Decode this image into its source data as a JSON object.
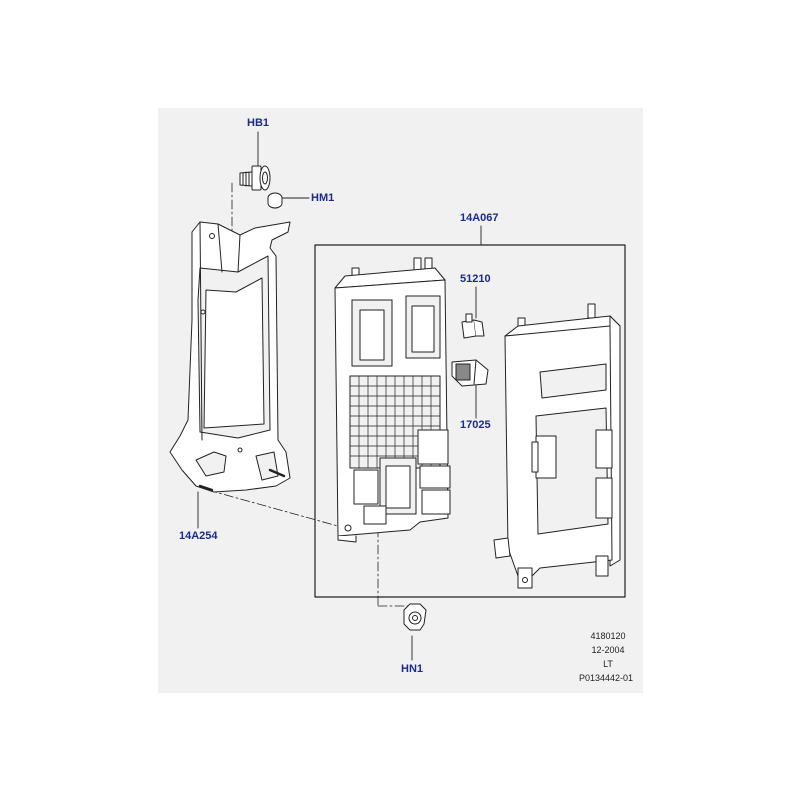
{
  "callouts": {
    "hb1": "HB1",
    "hm1": "HM1",
    "assembly": "14A067",
    "fuse": "51210",
    "relay": "17025",
    "bracket": "14A254",
    "nut": "HN1"
  },
  "reference": {
    "number": "4180120",
    "date": "12-2004",
    "code": "LT",
    "figure": "P0134442-01"
  },
  "colors": {
    "panel": "#f1f1f1",
    "callout": "#1c2a8c",
    "line": "#222222"
  }
}
